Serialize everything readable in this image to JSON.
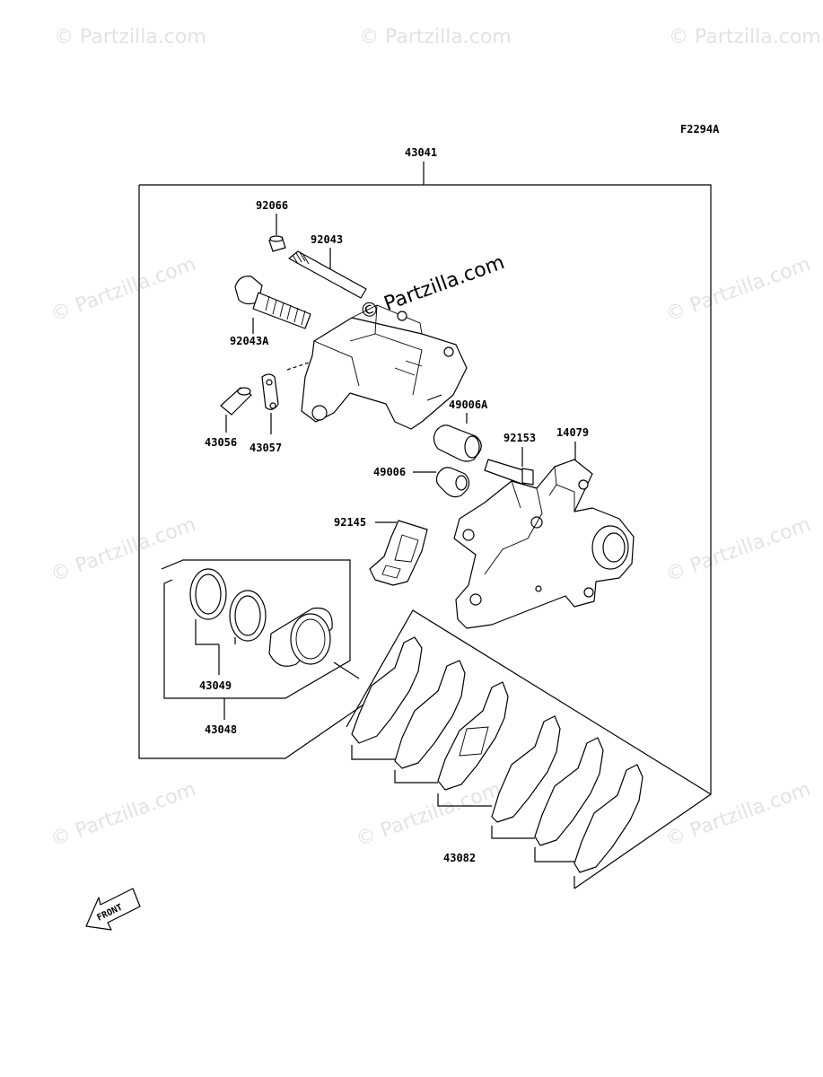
{
  "diagram": {
    "figure_code": "F2294A",
    "watermark_text": "© Partzilla.com",
    "front_label": "FRONT",
    "labels": {
      "p43041": "43041",
      "p92066": "92066",
      "p92043": "92043",
      "p92043A": "92043A",
      "p43056": "43056",
      "p43057": "43057",
      "p49006A": "49006A",
      "p92153": "92153",
      "p14079": "14079",
      "p49006": "49006",
      "p92145": "92145",
      "p43049": "43049",
      "p43048": "43048",
      "p43082": "43082"
    }
  }
}
